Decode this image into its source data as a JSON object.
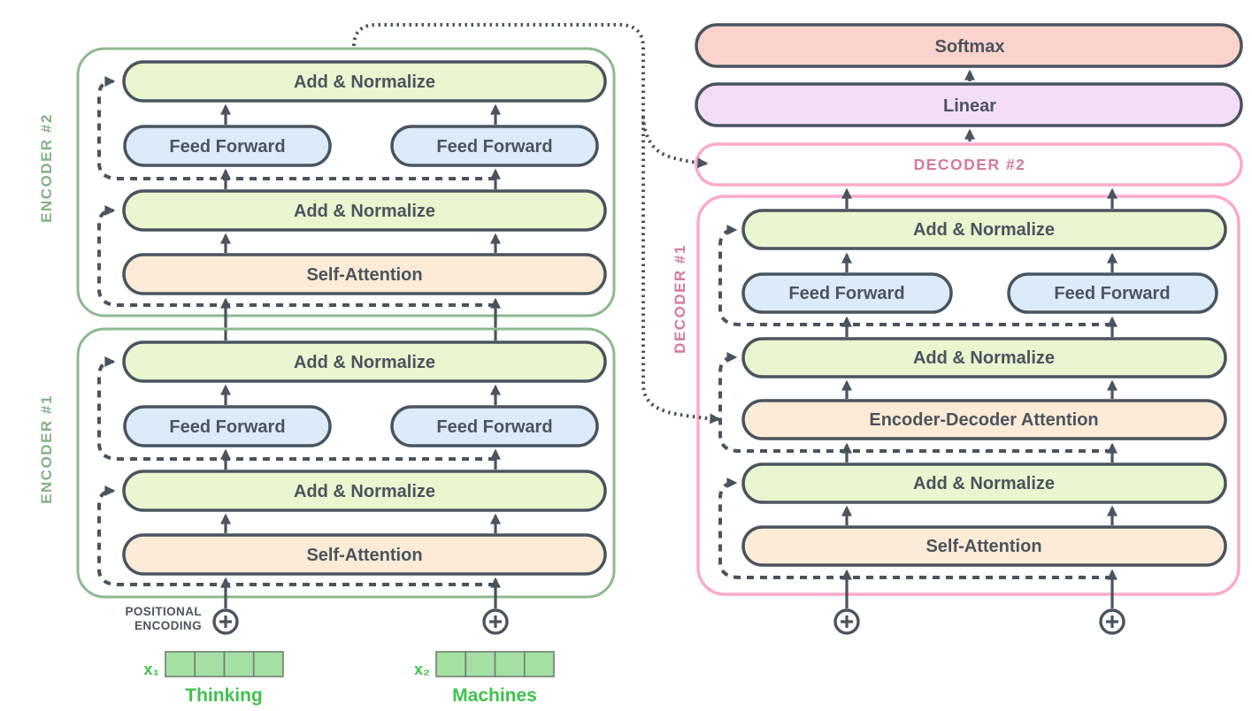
{
  "encoder2": {
    "label": "ENCODER #2",
    "add_norm_top": "Add & Normalize",
    "feed_forward_left": "Feed Forward",
    "feed_forward_right": "Feed Forward",
    "add_norm_bottom": "Add & Normalize",
    "self_attention": "Self-Attention"
  },
  "encoder1": {
    "label": "ENCODER #1",
    "add_norm_top": "Add & Normalize",
    "feed_forward_left": "Feed Forward",
    "feed_forward_right": "Feed Forward",
    "add_norm_bottom": "Add & Normalize",
    "self_attention": "Self-Attention"
  },
  "decoder1": {
    "label": "DECODER #1",
    "add_norm_top": "Add & Normalize",
    "feed_forward_left": "Feed Forward",
    "feed_forward_right": "Feed Forward",
    "add_norm_mid": "Add & Normalize",
    "encoder_decoder_attention": "Encoder-Decoder Attention",
    "add_norm_bottom": "Add & Normalize",
    "self_attention": "Self-Attention"
  },
  "decoder2": {
    "label": "DECODER #2"
  },
  "output_head": {
    "linear": "Linear",
    "softmax": "Softmax"
  },
  "input": {
    "positional_encoding_line1": "POSITIONAL",
    "positional_encoding_line2": "ENCODING",
    "x1_label": "x₁",
    "x2_label": "x₂",
    "token1": "Thinking",
    "token2": "Machines"
  },
  "colors": {
    "outline": "#4a545e",
    "add_normalize_fill": "#e9f6cf",
    "feed_forward_fill": "#dcebf9",
    "attention_fill": "#fcebd6",
    "softmax_fill": "#fbd3cd",
    "linear_fill": "#f3def8",
    "encoder_frame": "#8db98d",
    "encoder_label_text": "#84b284",
    "decoder_frame": "#fca9ca",
    "decoder_label_text": "#d5799f",
    "token_green": "#3fc24c",
    "embedding_cell_fill": "#a5e0a3"
  }
}
